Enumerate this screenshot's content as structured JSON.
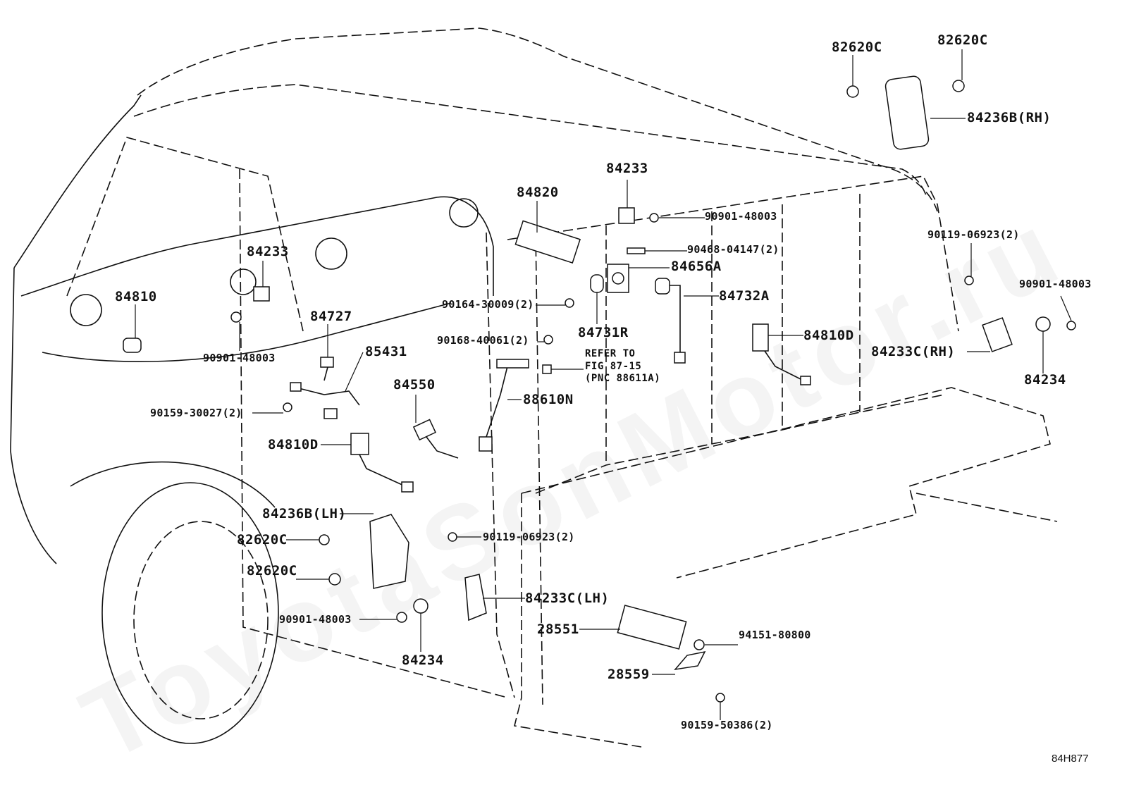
{
  "figure": {
    "code": "84H877",
    "watermark": "ToyotaSonMotor.ru"
  },
  "labels": {
    "l82620c_top_left": "82620C",
    "l82620c_top_right": "82620C",
    "l84236b_rh": "84236B(RH)",
    "l84233_top": "84233",
    "l84820": "84820",
    "l90901_48003_top": "90901-48003",
    "l90468_04147": "90468-04147(2)",
    "l84656a": "84656A",
    "l84732a": "84732A",
    "l84731r": "84731R",
    "l90119_06923_right": "90119-06923(2)",
    "l90901_48003_right": "90901-48003",
    "l84810d_right": "84810D",
    "l84233c_rh": "84233C(RH)",
    "l84234_right": "84234",
    "l84233_left": "84233",
    "l84810": "84810",
    "l90901_48003_left": "90901-48003",
    "l84727": "84727",
    "l85431": "85431",
    "l90164_30009": "90164-30009(2)",
    "l90168_40061": "90168-40061(2)",
    "l84550": "84550",
    "l88610n": "88610N",
    "refer_line1": "REFER TO",
    "refer_line2": "FIG 87-15",
    "refer_line3": "(PNC 88611A)",
    "l90159_30027": "90159-30027(2)",
    "l84810d_left": "84810D",
    "l84236b_lh": "84236B(LH)",
    "l82620c_mid1": "82620C",
    "l82620c_mid2": "82620C",
    "l90119_06923_lower": "90119-06923(2)",
    "l84233c_lh": "84233C(LH)",
    "l90901_48003_bottom": "90901-48003",
    "l84234_bottom": "84234",
    "l28551": "28551",
    "l94151_80800": "94151-80800",
    "l28559": "28559",
    "l90159_50386": "90159-50386(2)"
  }
}
